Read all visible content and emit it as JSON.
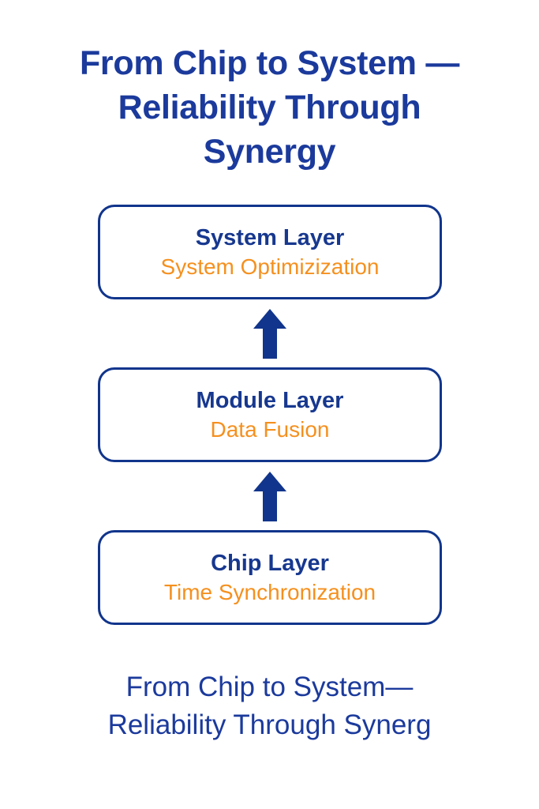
{
  "title": {
    "line1": "From Chip to System —",
    "line2": "Reliability Through",
    "line3": "Synergy",
    "color": "#1b3a9c"
  },
  "diagram": {
    "type": "layered-stack",
    "direction": "bottom-to-top",
    "box_border_color": "#11358c",
    "heading_color": "#17388f",
    "subtitle_color": "#f5901e",
    "arrow_color": "#11358c",
    "layers": [
      {
        "name": "System Layer",
        "detail": "System Optimizization"
      },
      {
        "name": "Module Layer",
        "detail": "Data Fusion"
      },
      {
        "name": "Chip Layer",
        "detail": "Time Synchronization"
      }
    ]
  },
  "caption": {
    "line1": "From Chip to System—",
    "line2": "Reliability Through Synerg"
  }
}
